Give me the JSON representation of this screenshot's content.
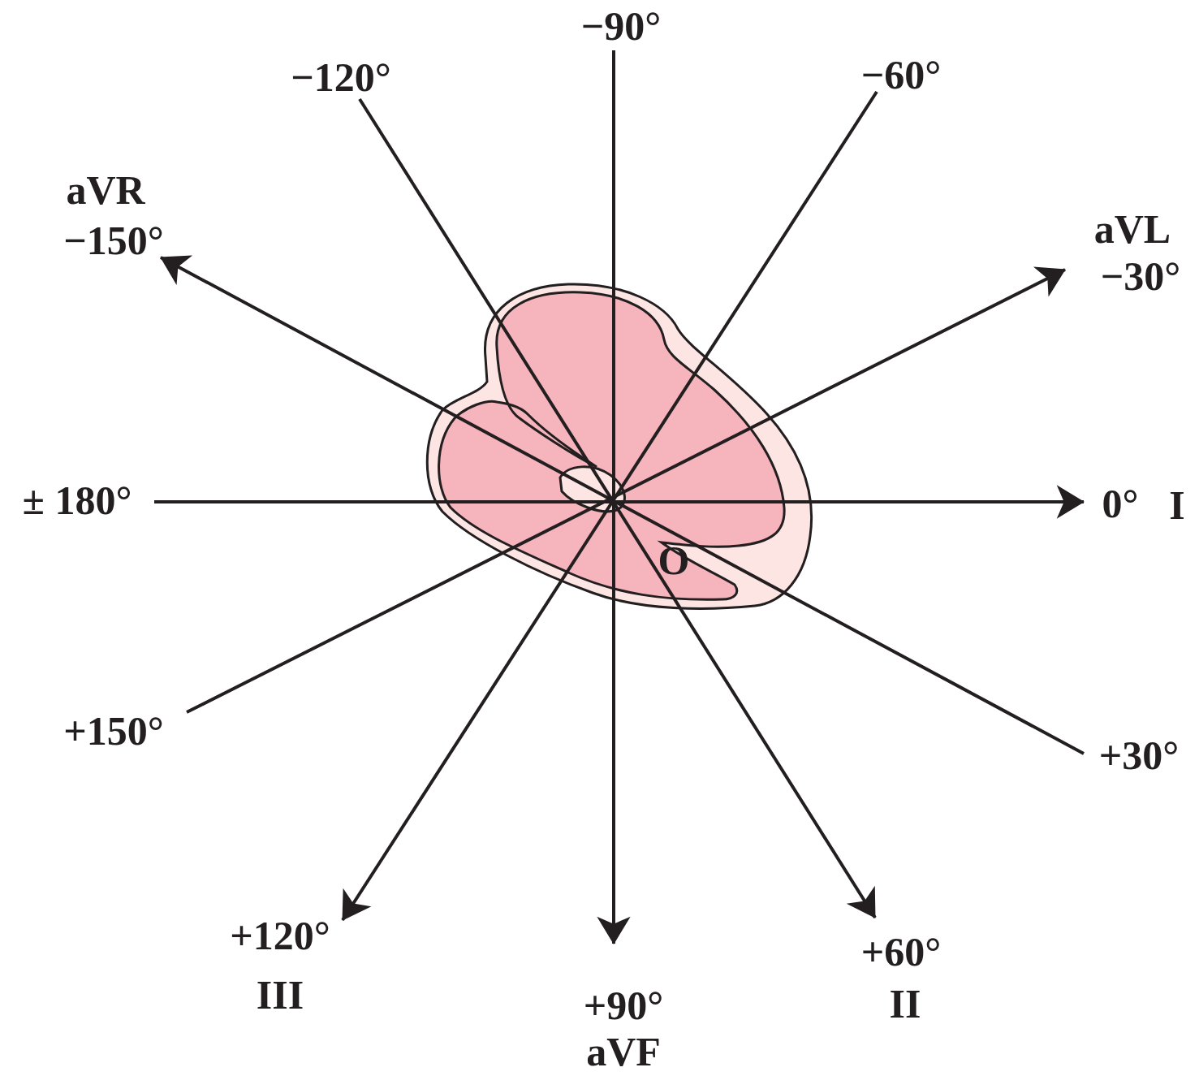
{
  "diagram": {
    "labels": [
      "−90°",
      "−120°",
      "−60°",
      "aVR",
      "−150°",
      "aVL",
      "−30°",
      "± 180°",
      "0°",
      "I",
      "O",
      "+150°",
      "+30°",
      "+120°",
      "III",
      "+90°",
      "aVF",
      "+60°",
      "II"
    ]
  }
}
